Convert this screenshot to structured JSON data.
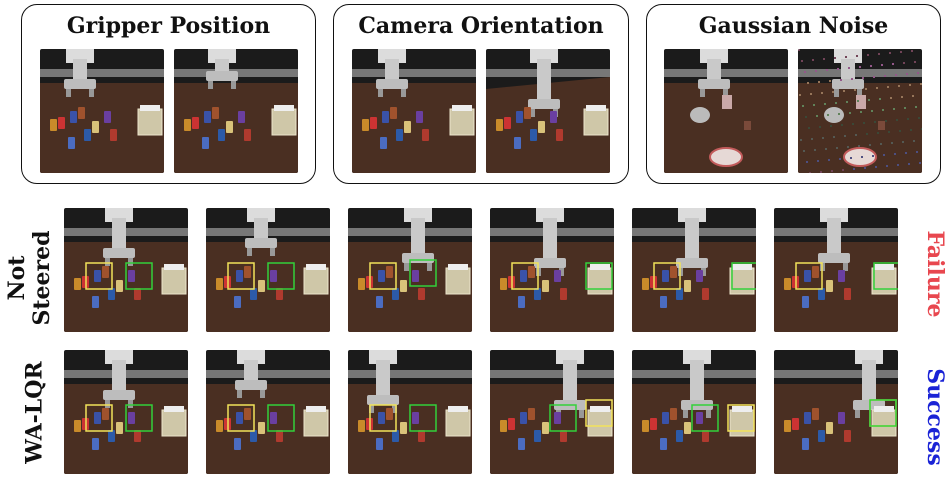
{
  "panels": [
    {
      "title": "Gripper Position"
    },
    {
      "title": "Camera Orientation"
    },
    {
      "title": "Gaussian Noise"
    }
  ],
  "rows": [
    {
      "label_line1": "Not",
      "label_line2": "Steered",
      "outcome": "Failure",
      "outcome_color": "#e8474f"
    },
    {
      "label_line1": "WA-LQR",
      "label_line2": "",
      "outcome": "Success",
      "outcome_color": "#1a23d6"
    }
  ],
  "colors": {
    "box_yellow": "#f2e35a",
    "box_green": "#33d13a",
    "table_wood": "#4a2f22",
    "background_dark": "#1b1b1b",
    "robot_gray": "#c9c9c9"
  }
}
